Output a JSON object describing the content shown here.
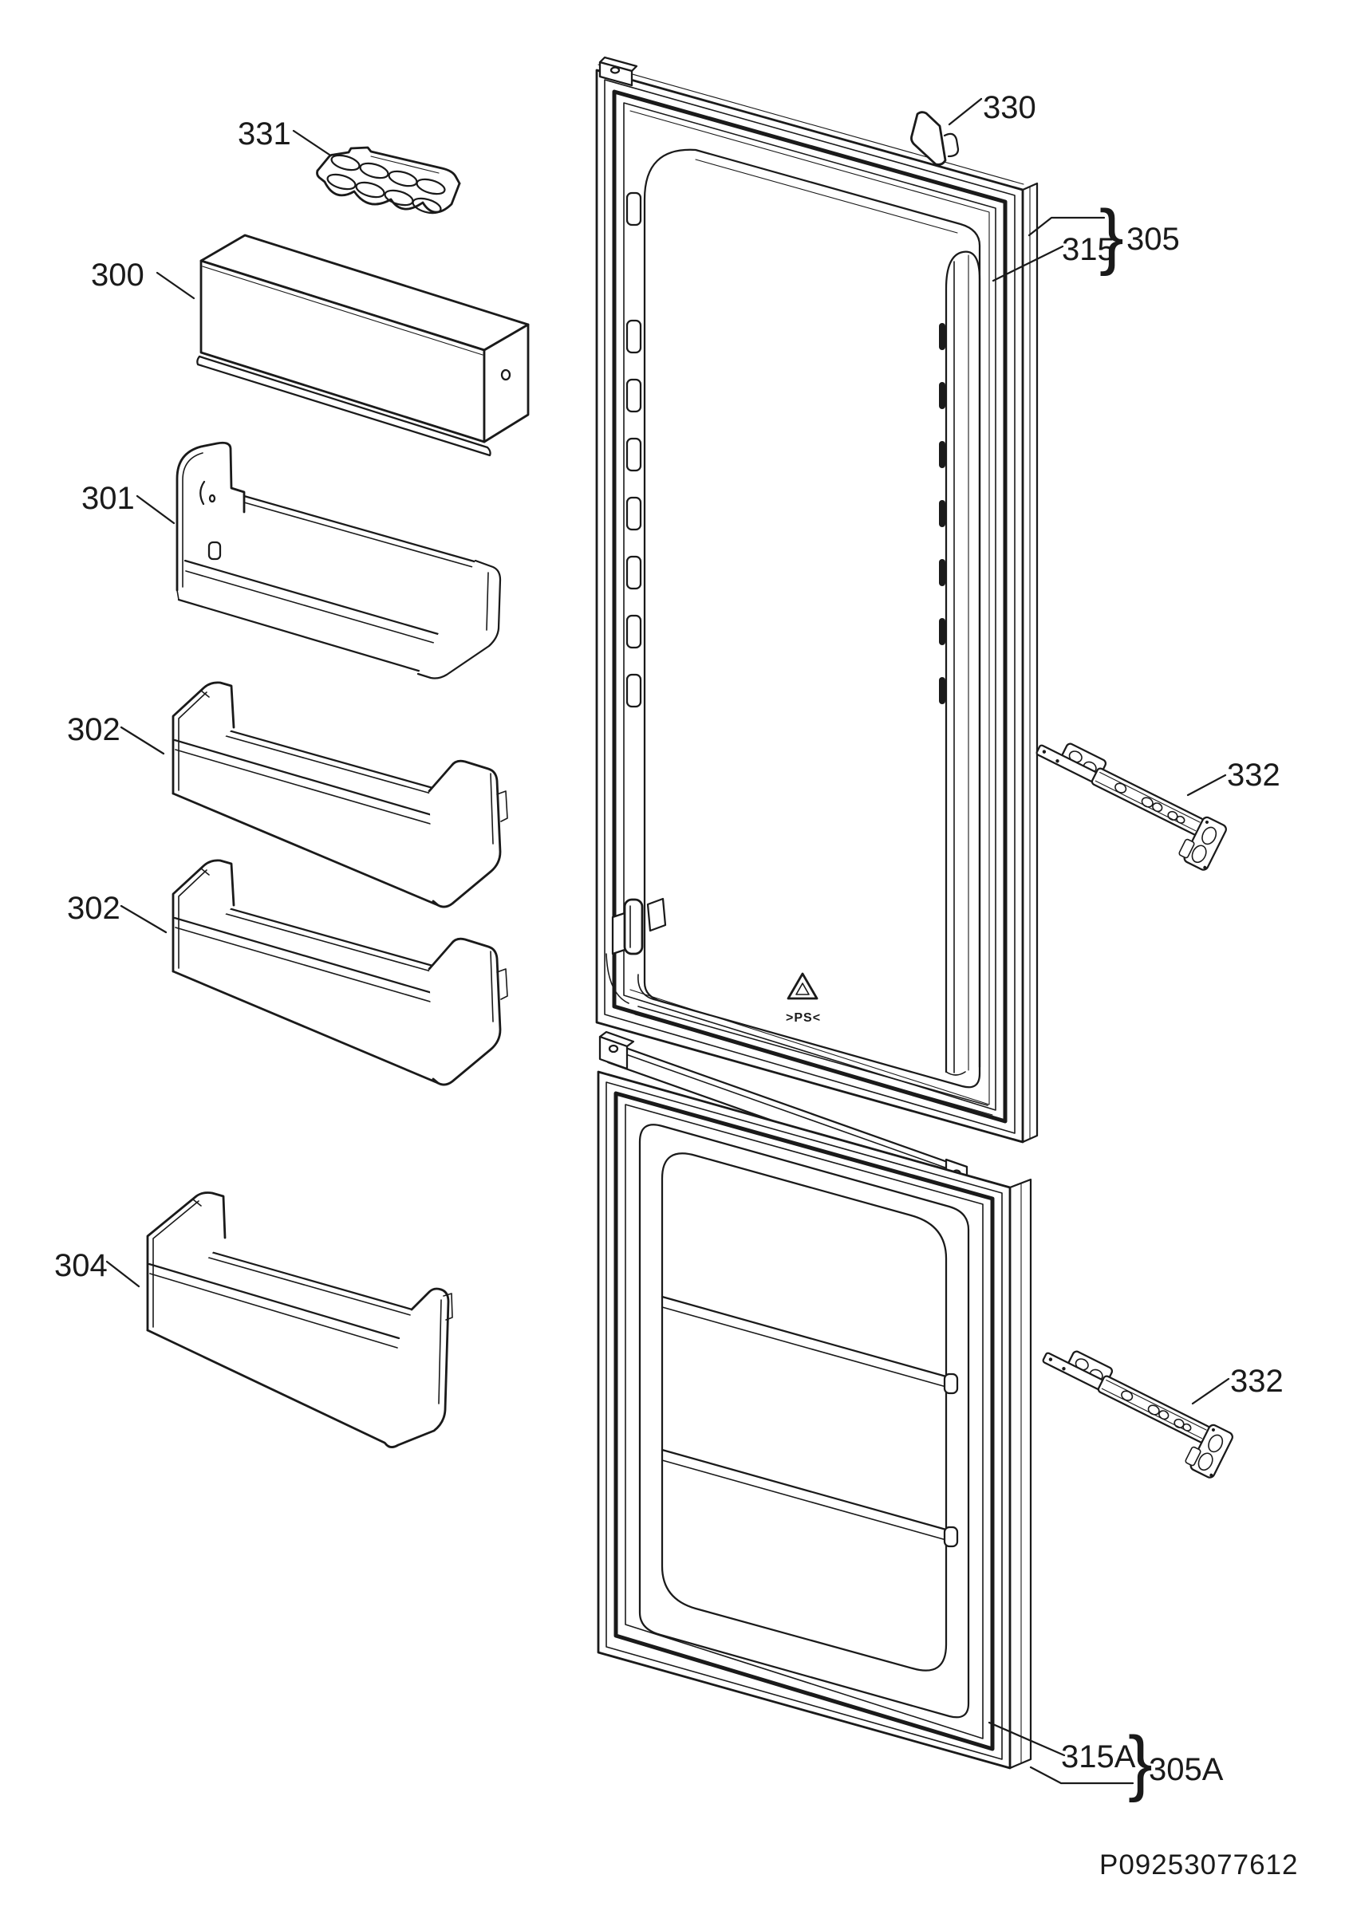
{
  "diagram": {
    "background_color": "#ffffff",
    "line_color": "#1a1a1a",
    "callouts": {
      "c331": "331",
      "c300": "300",
      "c301": "301",
      "c302a": "302",
      "c302b": "302",
      "c304": "304",
      "c330": "330",
      "c315": "315",
      "c305": "305",
      "c332a": "332",
      "c332b": "332",
      "c315a": "315A",
      "c305a": "305A"
    },
    "brace": "}",
    "material_marking": ">PS<",
    "document_number": "P09253077612"
  }
}
